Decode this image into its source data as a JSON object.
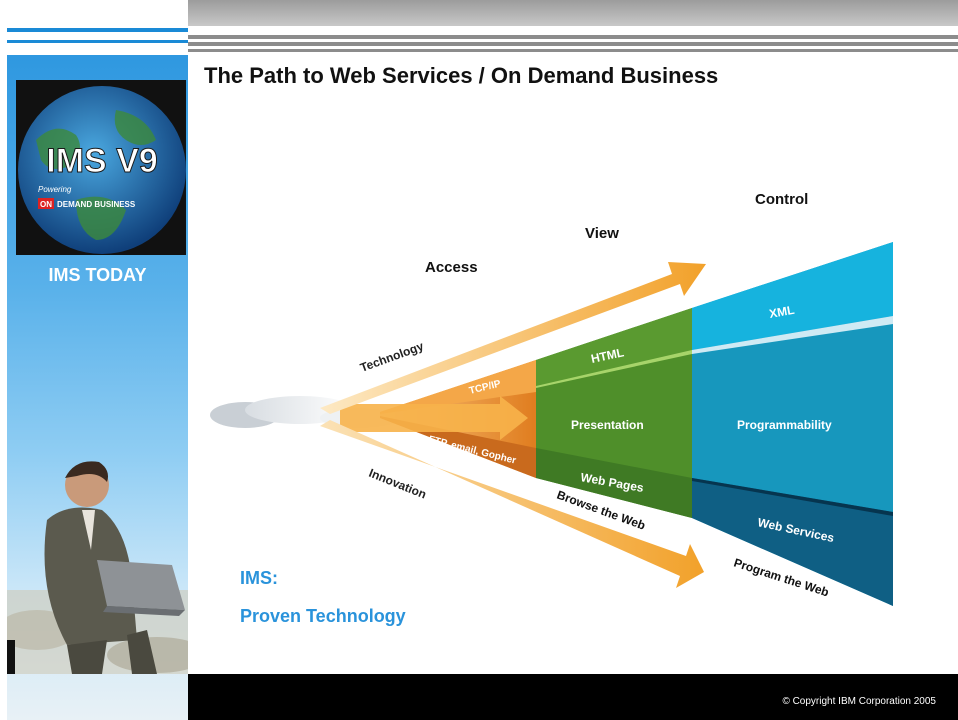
{
  "slide": {
    "title": "The Path to Web Services / On Demand Business",
    "sidebar_caption": "IMS TODAY",
    "logo": {
      "headline": "IMS V9",
      "powering": "Powering",
      "on_mark": "ON",
      "demand_text": "DEMAND BUSINESS"
    },
    "ims_label": "IMS:",
    "ims_subtitle": "Proven Technology",
    "copyright": "© Copyright IBM Corporation 2005"
  },
  "diagram": {
    "stages": [
      "Access",
      "View",
      "Control"
    ],
    "arrow_labels": {
      "technology": "Technology",
      "innovation": "Innovation"
    },
    "access_bands": [
      "TCP/IP",
      "FTP, email, Gopher"
    ],
    "view_bands": [
      "HTML",
      "Presentation",
      "Web Pages"
    ],
    "control_bands": [
      "XML",
      "Programmability",
      "Web Services"
    ],
    "bottom_labels": [
      "Browse the Web",
      "Program the Web"
    ]
  },
  "colors": {
    "sidebar_blue": "#2f98e0",
    "accent_text_blue": "#2a93db",
    "arrow_orange": "#f2a12a",
    "view_green": "#4f8f2a",
    "control_teal": "#1797bd",
    "control_xml": "#16b3de",
    "control_dark": "#0f5f84"
  }
}
